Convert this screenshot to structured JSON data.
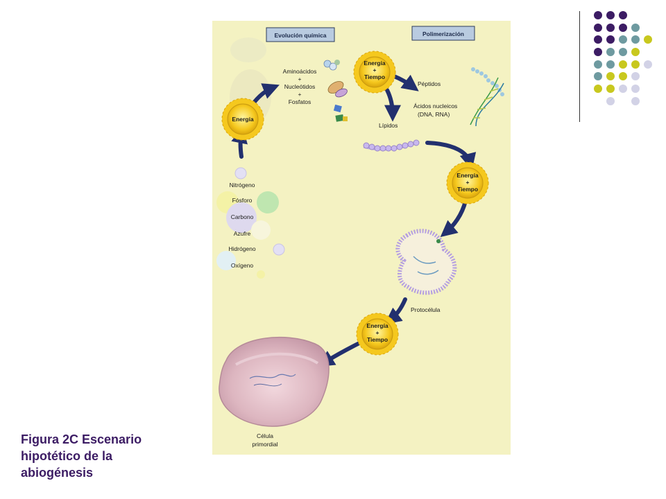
{
  "caption": {
    "line1": "Figura 2C Escenario",
    "line2": "hipotético de la",
    "line3": "abiogénesis"
  },
  "colors": {
    "purple": "#3c1c64",
    "teal": "#6e9aa0",
    "olive": "#c8c81e",
    "lavender": "#d2d2e6",
    "figure_bg": "#f4f2c2",
    "arrow": "#22306e",
    "sun": "#f5c81e"
  },
  "diagram": {
    "headers": {
      "chemical": "Evolución química",
      "polymer": "Polimerización"
    },
    "sun_labels": {
      "energia": "Energía",
      "plus": "+",
      "tiempo": "Tiempo"
    },
    "elements": [
      "Nitrógeno",
      "Fósforo",
      "Carbono",
      "Azufre",
      "Hidrógeno",
      "Oxígeno"
    ],
    "monomers": {
      "line1": "Aminoácidos",
      "plus1": "+",
      "line2": "Nucleótidos",
      "plus2": "+",
      "line3": "Fosfatos"
    },
    "products": {
      "peptides": "Péptidos",
      "nucleic1": "Ácidos nucleicos",
      "nucleic2": "(DNA, RNA)",
      "lipids": "Lípidos"
    },
    "protocell": "Protocélula",
    "primordial": {
      "line1": "Célula",
      "line2": "primordial"
    }
  }
}
